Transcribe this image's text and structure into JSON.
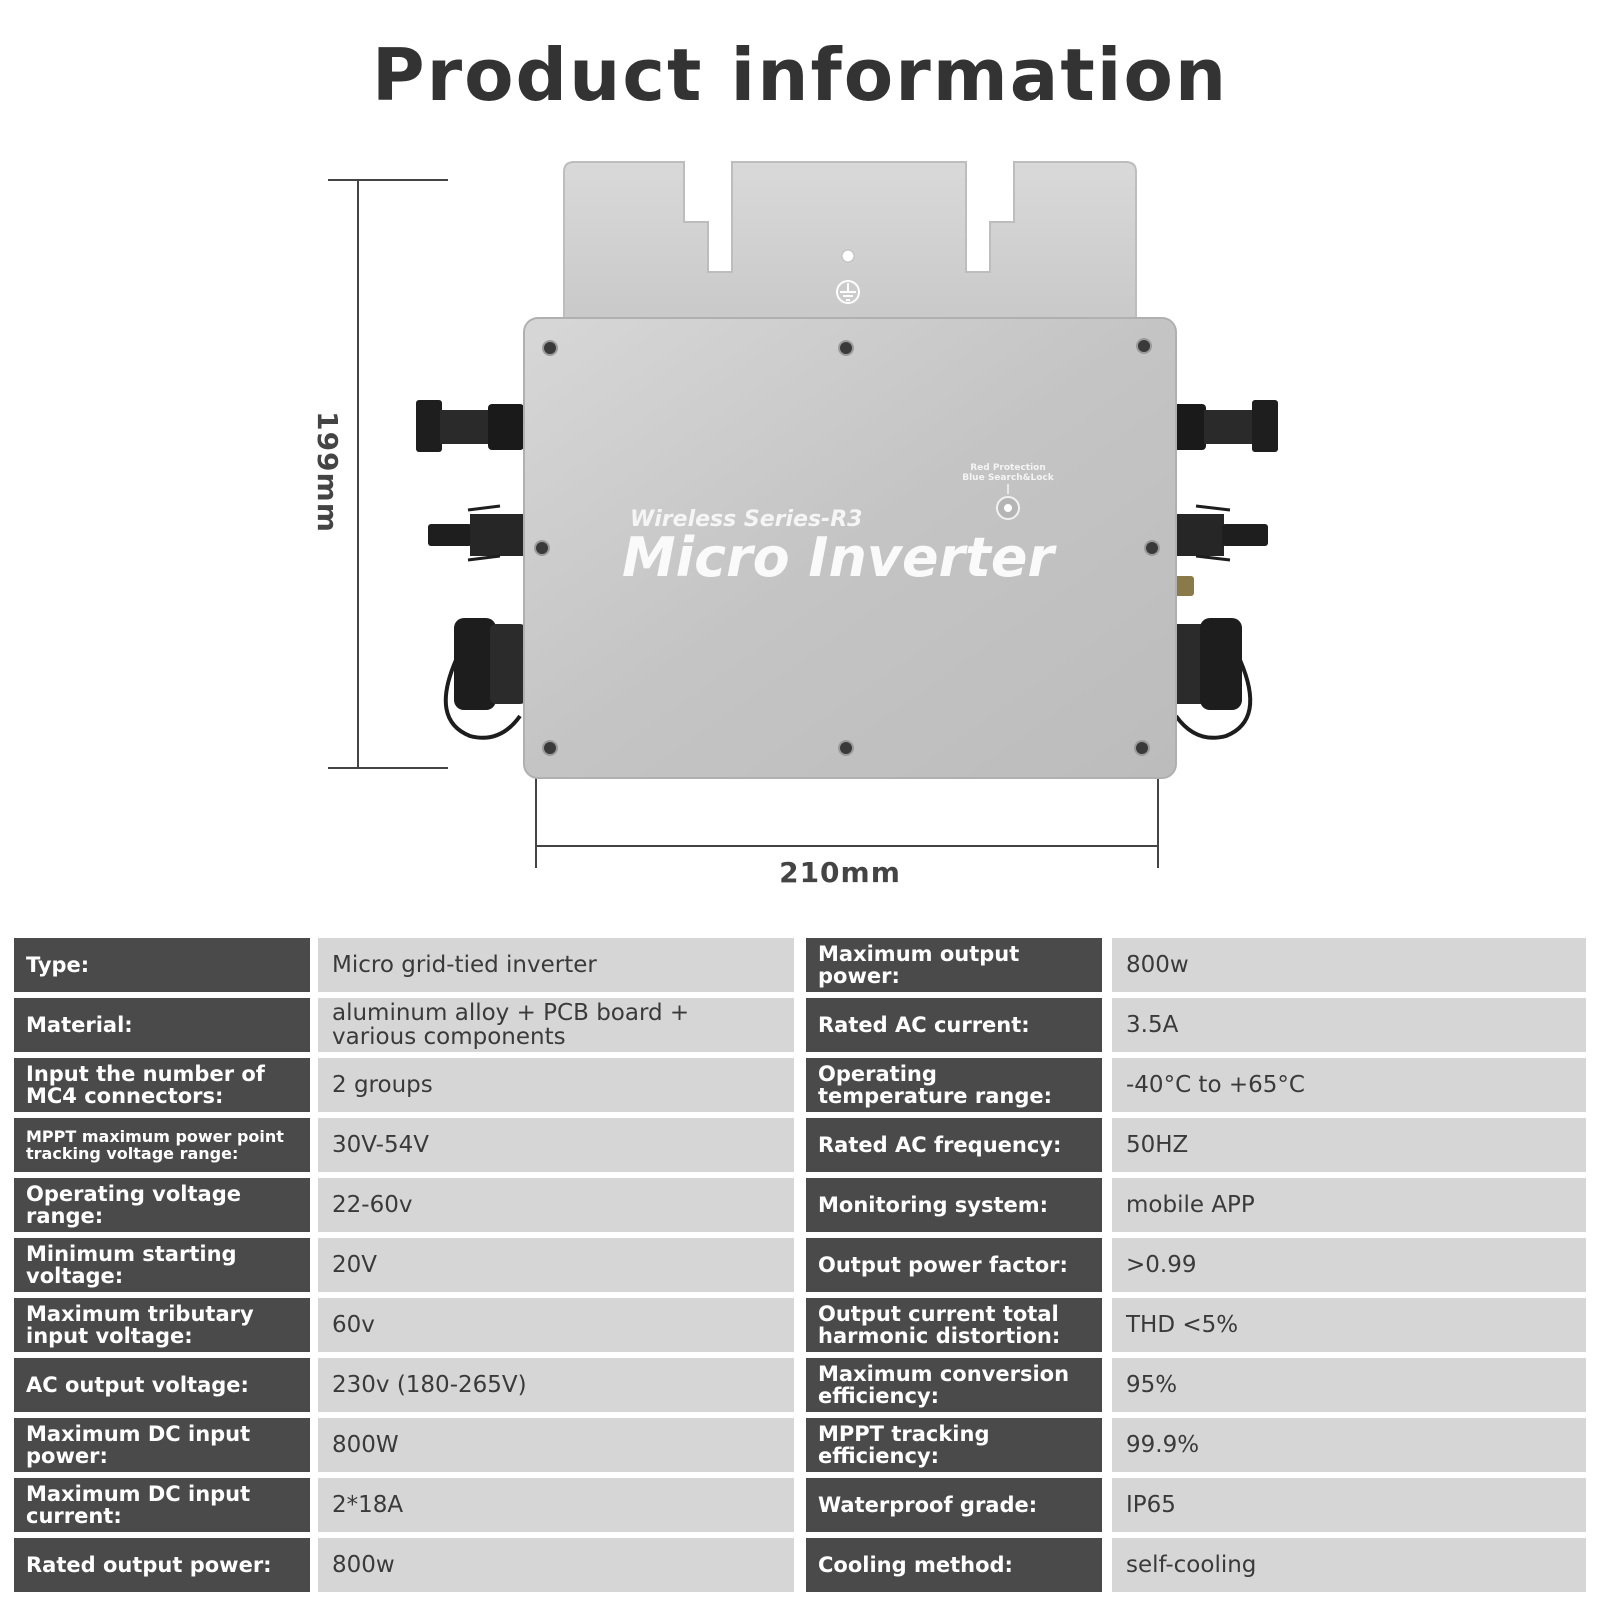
{
  "page": {
    "title": "Product information"
  },
  "product": {
    "series_label": "Wireless Series-R3",
    "name_label": "Micro Inverter",
    "indicator_line1": "Red Protection",
    "indicator_line2": "Blue Search&Lock",
    "height_dimension": "199mm",
    "width_dimension": "210mm",
    "colors": {
      "body": "#c9c9c9",
      "plate": "#cfcfcf",
      "connector": "#1e1e1e",
      "label_cell": "#4a4a4a",
      "value_cell": "#d6d6d6"
    }
  },
  "specs": [
    {
      "left_label": "Type:",
      "left_value": "Micro grid-tied inverter",
      "right_label": "Maximum output power:",
      "right_value": "800w"
    },
    {
      "left_label": "Material:",
      "left_value": "aluminum alloy + PCB board + various components",
      "right_label": "Rated AC current:",
      "right_value": "3.5A"
    },
    {
      "left_label": "Input the number of MC4 connectors:",
      "left_value": "2 groups",
      "right_label": "Operating temperature range:",
      "right_value": "-40°C to +65°C"
    },
    {
      "left_label": "MPPT maximum power point tracking voltage range:",
      "left_value": "30V-54V",
      "right_label": "Rated AC frequency:",
      "right_value": "50HZ"
    },
    {
      "left_label": "Operating voltage range:",
      "left_value": "22-60v",
      "right_label": "Monitoring system:",
      "right_value": "mobile APP"
    },
    {
      "left_label": "Minimum starting voltage:",
      "left_value": "20V",
      "right_label": "Output power factor:",
      "right_value": ">0.99"
    },
    {
      "left_label": "Maximum tributary input voltage:",
      "left_value": "60v",
      "right_label": "Output current total harmonic distortion:",
      "right_value": "THD <5%"
    },
    {
      "left_label": "AC output voltage:",
      "left_value": "230v (180-265V)",
      "right_label": "Maximum conversion efficiency:",
      "right_value": "95%"
    },
    {
      "left_label": "Maximum DC input power:",
      "left_value": "800W",
      "right_label": "MPPT tracking efficiency:",
      "right_value": "99.9%"
    },
    {
      "left_label": "Maximum DC input current:",
      "left_value": "2*18A",
      "right_label": "Waterproof grade:",
      "right_value": "IP65"
    },
    {
      "left_label": "Rated output power:",
      "left_value": "800w",
      "right_label": "Cooling method:",
      "right_value": "self-cooling"
    }
  ]
}
